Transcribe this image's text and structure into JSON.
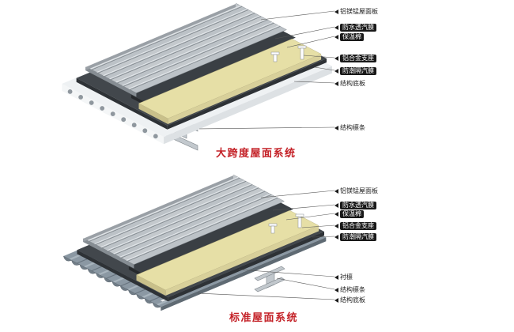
{
  "page": {
    "background": "#ffffff"
  },
  "diagrams": [
    {
      "id": "large-span-roof-system",
      "title": "大跨度屋面系统",
      "labels": [
        {
          "text": "铝镁锰屋面板",
          "boxed": false
        },
        {
          "text": "防水透汽膜",
          "boxed": true
        },
        {
          "text": "保温棉",
          "boxed": true
        },
        {
          "text": "铝合金支座",
          "boxed": true
        },
        {
          "text": "防潮隔汽膜",
          "boxed": true
        },
        {
          "text": "结构底板",
          "boxed": false
        },
        {
          "text": "结构檩条",
          "boxed": false
        }
      ]
    },
    {
      "id": "standard-roof-system",
      "title": "标准屋面系统",
      "labels": [
        {
          "text": "铝镁锰屋面板",
          "boxed": false
        },
        {
          "text": "防水透汽膜",
          "boxed": true
        },
        {
          "text": "保温棉",
          "boxed": true
        },
        {
          "text": "铝合金支座",
          "boxed": true
        },
        {
          "text": "防潮隔汽膜",
          "boxed": true
        },
        {
          "text": "衬檩",
          "boxed": false
        },
        {
          "text": "结构檩条",
          "boxed": false
        },
        {
          "text": "结构底板",
          "boxed": false
        }
      ]
    }
  ],
  "colors": {
    "title_red": "#c42127",
    "metal": "#bcc2c7",
    "metal_dark": "#868d93",
    "metal_edge": "#7f868c",
    "membrane": "#3a3f44",
    "membrane_dark": "#26292c",
    "insulation": "#e6dfa6",
    "insulation_face": "#c9c08a",
    "underlay": "#42474c",
    "underlay_face": "#2e3236",
    "deck": "#eef1f3",
    "hole": "#8f979e",
    "steel": "#c2c8cd",
    "steel_stroke": "#80878d",
    "corrugated": "#8b98a3",
    "corrugated_face": "#727e88",
    "corrugated_edge": "#5f6a73",
    "ridge_light": "#a8b4bd",
    "ridge_dark": "#68747f",
    "leader": "#555555"
  }
}
